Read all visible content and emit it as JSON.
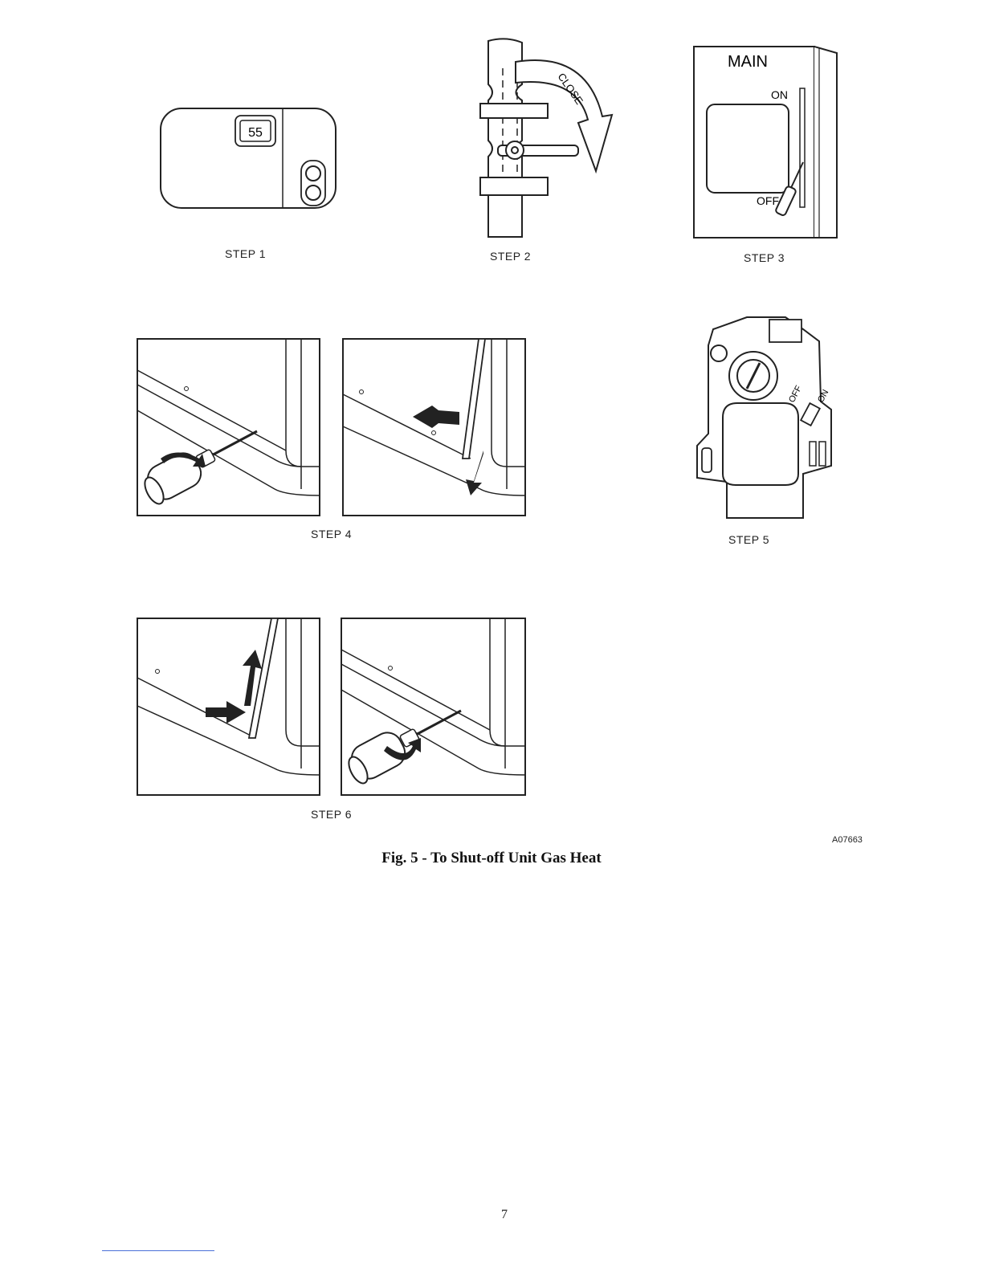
{
  "steps": [
    {
      "label": "STEP 1",
      "thermostat_display": "55"
    },
    {
      "label": "STEP 2",
      "valve_text": "CLOSE"
    },
    {
      "label": "STEP 3",
      "switch_title": "MAIN",
      "on_text": "ON",
      "off_text": "OFF"
    },
    {
      "label": "STEP 4"
    },
    {
      "label": "STEP 5",
      "valve_off": "OFF",
      "valve_on": "ON"
    },
    {
      "label": "STEP 6"
    }
  ],
  "figure": {
    "id": "A07663",
    "caption": "Fig. 5 - To Shut-off Unit Gas Heat"
  },
  "page_number": "7"
}
